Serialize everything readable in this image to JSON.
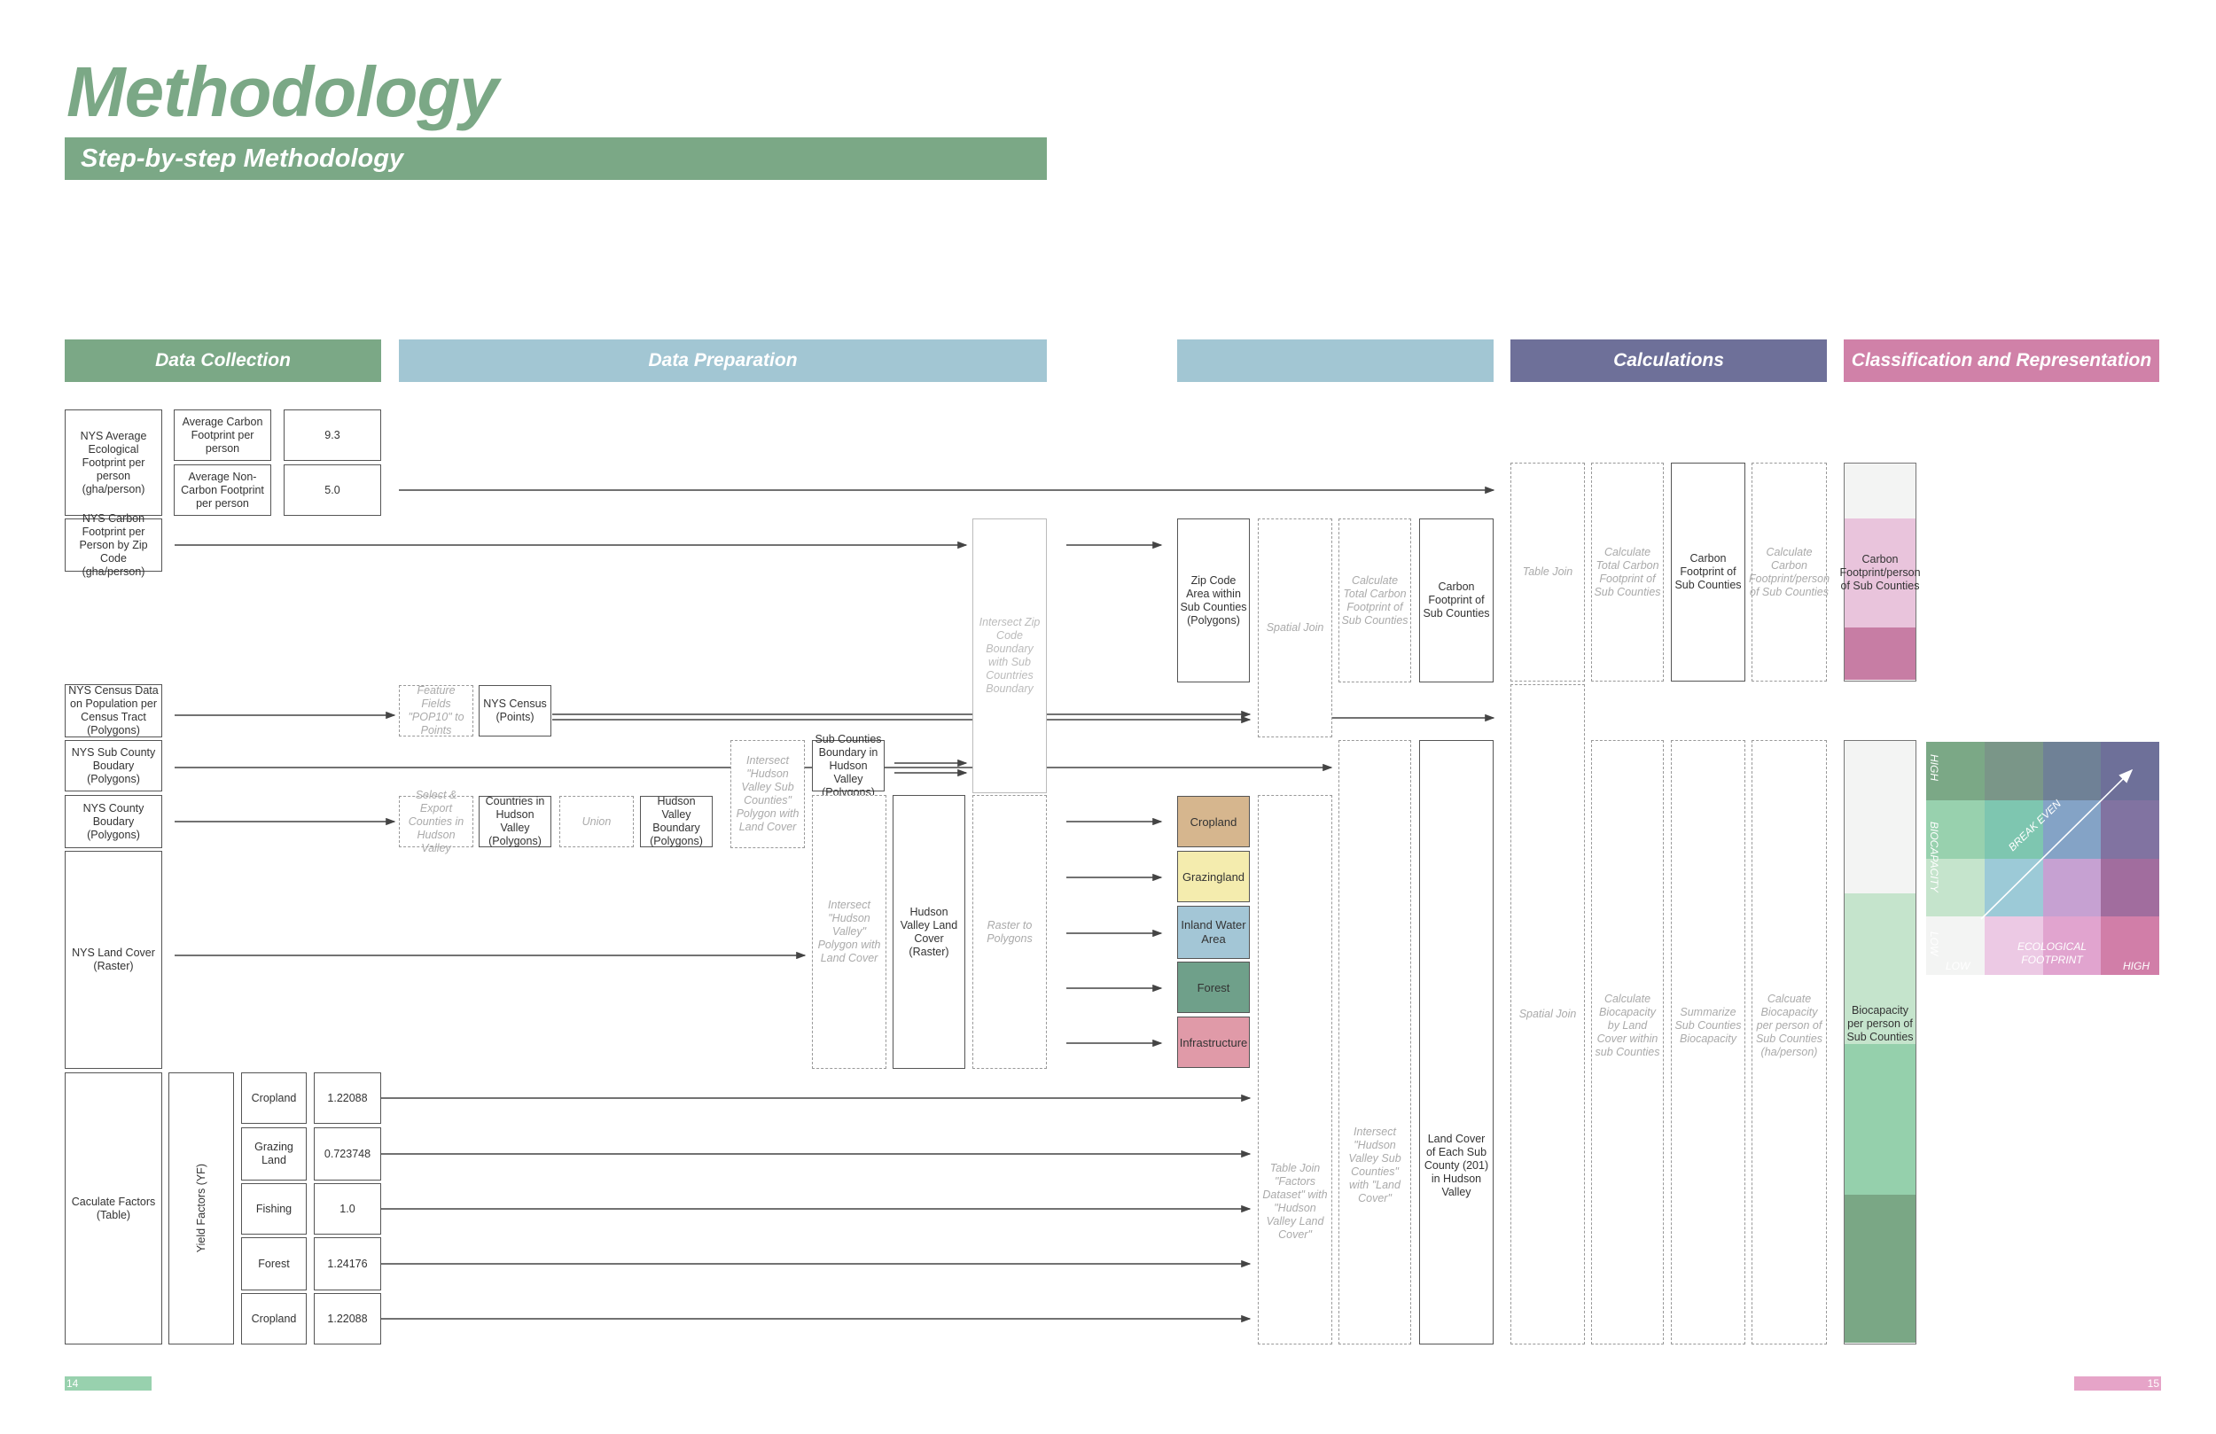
{
  "page": {
    "title": "Methodology",
    "subtitle": "Step-by-step Methodology",
    "page_left": "14",
    "page_right": "15"
  },
  "headers": {
    "data_collection": "Data Collection",
    "data_preparation": "Data Preparation",
    "calculations": "Calculations",
    "classification": "Classification and Representation"
  },
  "colors": {
    "green": "#7ba886",
    "light_blue": "#a2c6d3",
    "purple": "#6e7099",
    "pink": "#d081a8",
    "light_green": "#98d1ae",
    "light_pink": "#e6a4c8"
  },
  "collection": {
    "ecological_footprint": "NYS Average Ecological Footprint per person (gha/person)",
    "carbon_footprint": "Average Carbon Footprint per person",
    "carbon_value": "9.3",
    "noncarbon_footprint": "Average Non-Carbon Footprint per person",
    "noncarbon_value": "5.0",
    "carbon_zip": "NYS Carbon Footprint per Person by Zip Code (gha/person)",
    "census": "NYS Census Data on Population per Census Tract (Polygons)",
    "sub_county": "NYS Sub County Boudary (Polygons)",
    "county": "NYS County Boudary (Polygons)",
    "land_cover": "NYS Land Cover (Raster)",
    "factors": "Caculate Factors (Table)",
    "yield_factors": "Yield Factors (YF)",
    "yields": [
      {
        "label": "Cropland",
        "value": "1.22088"
      },
      {
        "label": "Grazing Land",
        "value": "0.723748"
      },
      {
        "label": "Fishing",
        "value": "1.0"
      },
      {
        "label": "Forest",
        "value": "1.24176"
      },
      {
        "label": "Cropland",
        "value": "1.22088"
      }
    ]
  },
  "preparation": {
    "feature_fields": "Feature Fields \"POP10\" to Points",
    "census_points": "NYS Census (Points)",
    "select_export": "Select & Export Counties in Hudson Valley",
    "counties_hv": "Countries in Hudson Valley (Polygons)",
    "union": "Union",
    "hv_boundary": "Hudson Valley Boundary (Polygons)",
    "intersect_sub": "Intersect \"Hudson Valley Sub Counties\" Polygon with Land Cover",
    "sub_counties_hv": "Sub Counties Boundary in Hudson Valley (Polygons)",
    "intersect_zip": "Intersect Zip Code Boundary with Sub Countries Boundary",
    "intersect_hv": "Intersect \"Hudson Valley\" Polygon with Land Cover",
    "hv_land_cover": "Hudson Valley Land Cover (Raster)",
    "raster_polygons": "Raster to Polygons"
  },
  "land_types": [
    {
      "label": "Cropland",
      "color": "#d6b68e"
    },
    {
      "label": "Grazingland",
      "color": "#f4ecae"
    },
    {
      "label": "Inland Water Area",
      "color": "#a3c6d6"
    },
    {
      "label": "Forest",
      "color": "#6fa08a"
    },
    {
      "label": "Infrastructure",
      "color": "#e09aa8"
    }
  ],
  "analysis": {
    "zip_area": "Zip Code Area within Sub Counties (Polygons)",
    "spatial_join": "Spatial Join",
    "calc_total_carbon": "Calculate Total Carbon Footprint of Sub Counties",
    "carbon_sub": "Carbon Footprint of Sub Counties",
    "table_join_factors": "Table Join \"Factors Dataset\" with \"Hudson Valley Land Cover\"",
    "intersect_subcounties": "Intersect \"Hudson Valley Sub Counties\" with \"Land Cover\"",
    "land_cover_each": "Land Cover of Each Sub County (201) in Hudson Valley"
  },
  "calculations": {
    "table_join": "Table Join",
    "calc_total": "Calculate Total Carbon Footprint of Sub Counties",
    "carbon_sub": "Carbon Footprint of Sub Counties",
    "calc_per_person": "Calculate Carbon Footprint/person of Sub Counties",
    "spatial_join": "Spatial Join",
    "calc_biocap_land": "Calculate Biocapacity by Land Cover within sub Counties",
    "summarize": "Summarize Sub Counties Biocapacity",
    "calc_biocap_person": "Calcuate Biocapacity per person of Sub Counties (ha/person)"
  },
  "classification": {
    "carbon_legend": "Carbon Footprint/person of Sub Counties",
    "carbon_colors": [
      "#f3f4f3",
      "#e9c4dc",
      "#c77da4"
    ],
    "bio_legend": "Biocapacity per person of Sub Counties",
    "bio_colors": [
      "#f3f4f3",
      "#c5e4cc",
      "#95d0ac",
      "#7aa785"
    ],
    "matrix_colors": [
      [
        "#7ba886",
        "#7a9688",
        "#6f8196",
        "#6e7099"
      ],
      [
        "#98d1ae",
        "#7ec6b0",
        "#84a3c6",
        "#8173a1"
      ],
      [
        "#c5e4cc",
        "#9ccad7",
        "#c6a1d2",
        "#a16d9e"
      ],
      [
        "#f3f4f3",
        "#ecc9e4",
        "#e1a4cf",
        "#d17ea8"
      ]
    ],
    "y_high": "HIGH",
    "y_label": "BIOCAPACITY",
    "y_low": "LOW",
    "x_low": "LOW",
    "x_label": "ECOLOGICAL FOOTPRINT",
    "x_high": "HIGH",
    "diag_label": "BREAK EVEN"
  }
}
